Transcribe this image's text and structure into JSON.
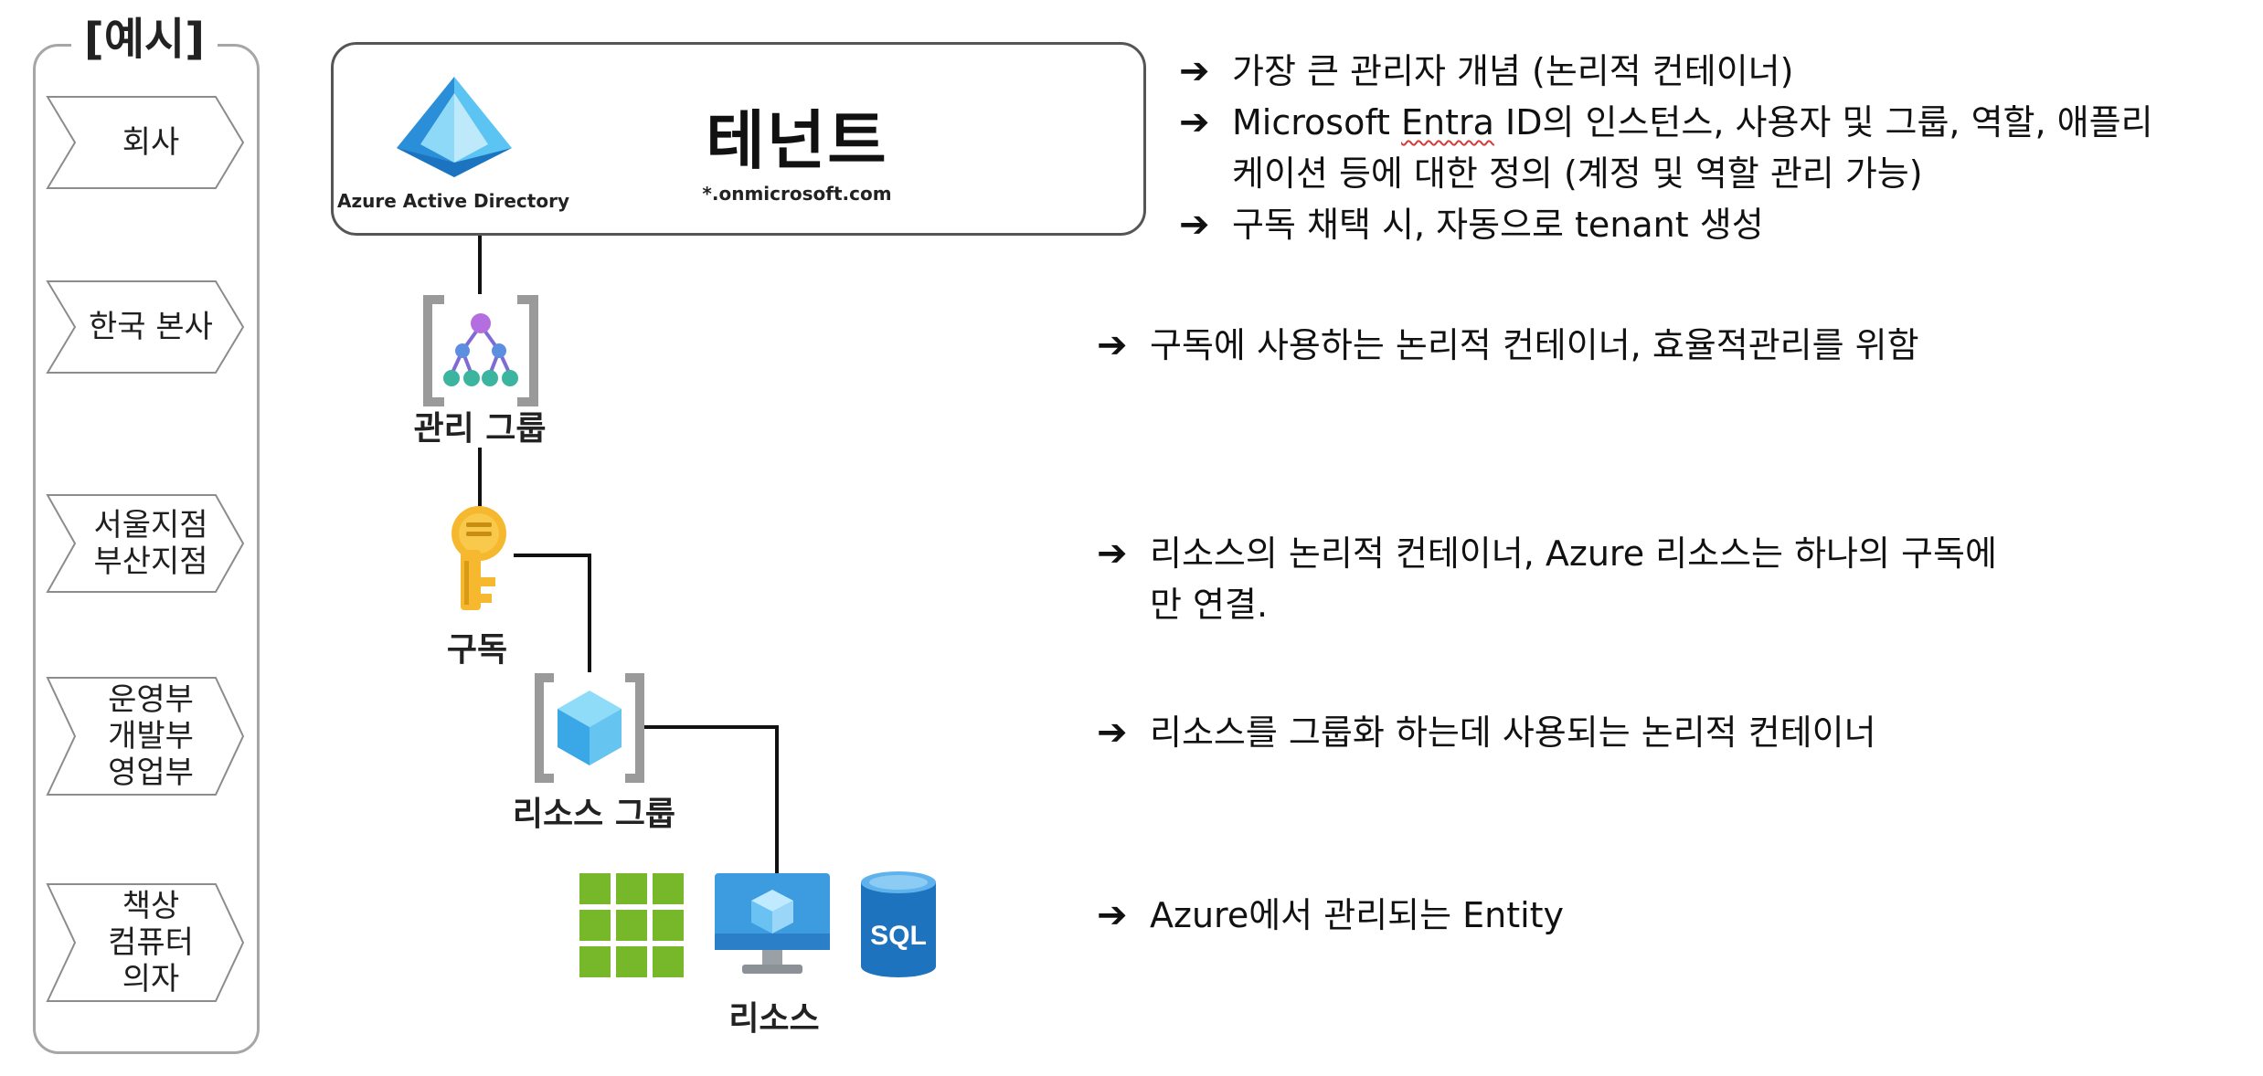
{
  "example": {
    "title": "[예시]",
    "items": [
      {
        "lines": [
          "회사"
        ]
      },
      {
        "lines": [
          "한국 본사"
        ]
      },
      {
        "lines": [
          "서울지점",
          "부산지점"
        ]
      },
      {
        "lines": [
          "운영부",
          "개발부",
          "영업부"
        ]
      },
      {
        "lines": [
          "책상",
          "컴퓨터",
          "의자"
        ]
      }
    ]
  },
  "tenant": {
    "logo_label": "Azure Active Directory",
    "name": "테넌트",
    "domain": "*.onmicrosoft.com"
  },
  "hierarchy": {
    "management_group": "관리 그룹",
    "subscription": "구독",
    "resource_group": "리소스 그룹",
    "resources": "리소스",
    "sql_label": "SQL"
  },
  "descriptions": {
    "tenant": [
      {
        "pre": "가장 큰 관리자 개념 (논리적 컨테이너)"
      },
      {
        "pre": "Microsoft ",
        "squiggle": "Entra",
        "post": " ID의 인스턴스, 사용자 및 그룹, 역할, 애플리",
        "cont": "케이션 등에 대한 정의 (계정 및 역할 관리 가능)"
      },
      {
        "pre": "구독 채택 시, 자동으로 tenant 생성"
      }
    ],
    "management_group": {
      "line1": "구독에 사용하는 논리적 컨테이너, 효율적관리를 위함"
    },
    "subscription": {
      "line1": "리소스의 논리적 컨테이너, Azure 리소스는 하나의 구독에",
      "line2": "만 연결."
    },
    "resource_group": {
      "line1": "리소스를 그룹화 하는데 사용되는 논리적 컨테이너"
    },
    "resources": {
      "line1": "Azure에서 관리되는 Entity"
    }
  },
  "arrow_symbol": "➔",
  "colors": {
    "panel_border": "#a6a6a6",
    "azure_blue": "#3ea8e8",
    "key_gold": "#f5b82e",
    "grid_green": "#76b82a",
    "sql_blue": "#1e73be"
  }
}
